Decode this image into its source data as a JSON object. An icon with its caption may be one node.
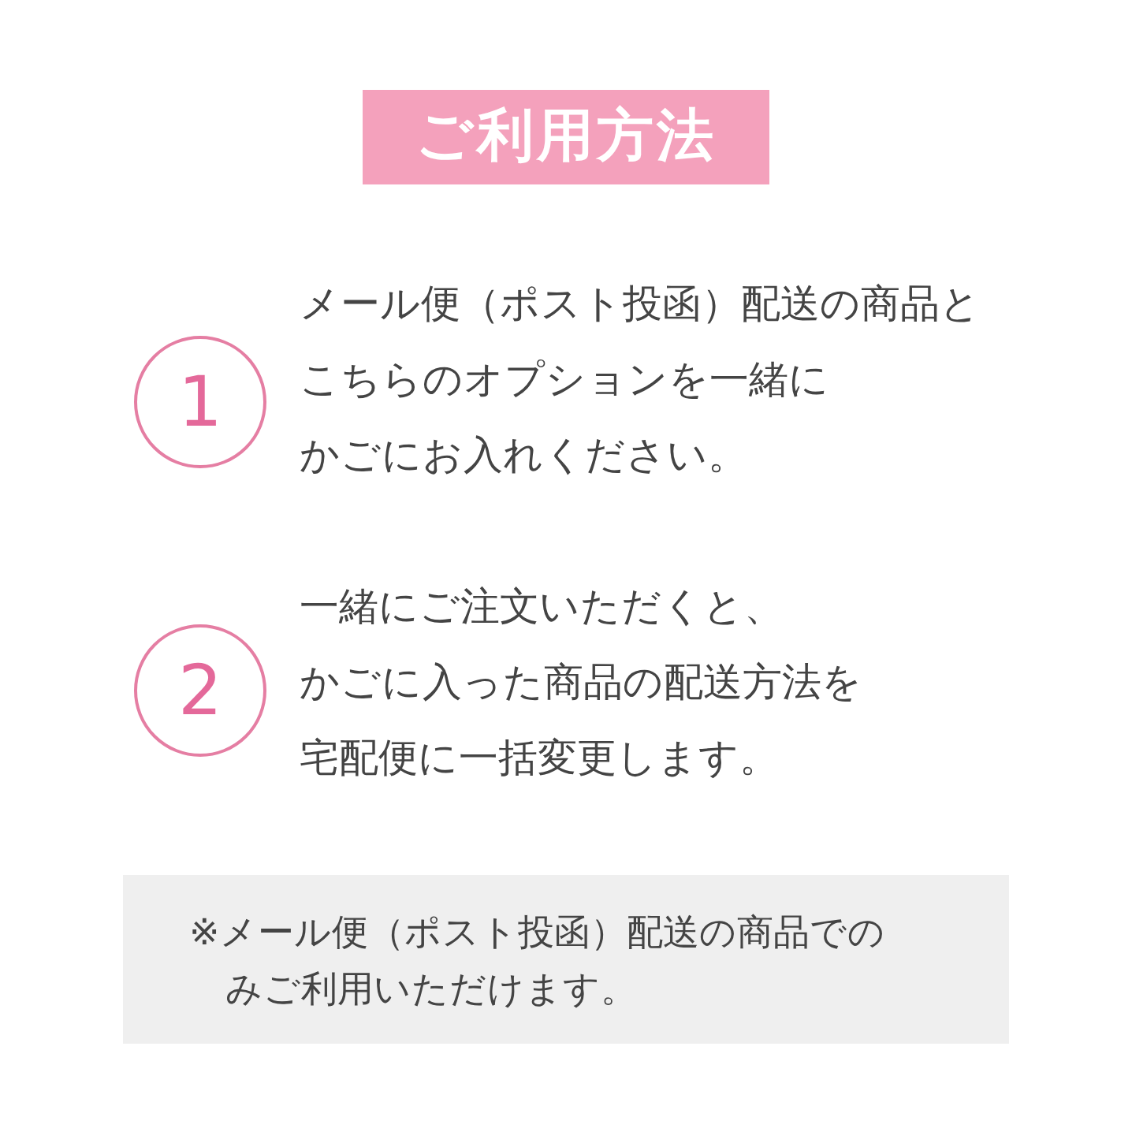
{
  "diagram": {
    "title": "ご利用方法",
    "nodes": [
      {
        "text": [
          "1"
        ],
        "beside": [
          "メール便（ポスト投函）配送の商品とこちらのオプションを一緒にかごにお入れください。"
        ]
      },
      {
        "text": [
          "2"
        ],
        "beside": [
          "一緒にご注文いただくと、かごに入った商品の配送方法を宅配便に一括変更します。"
        ]
      },
      {
        "text": [
          "※メール便（ポスト投函）配送の商品でのみご利用いただけます。"
        ]
      }
    ]
  }
}
